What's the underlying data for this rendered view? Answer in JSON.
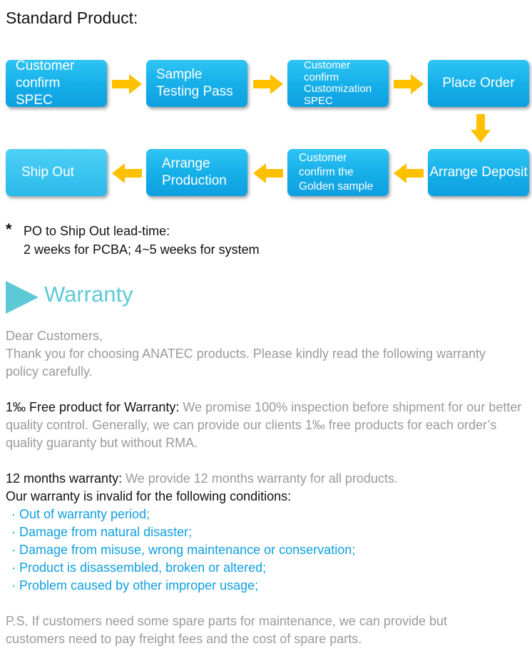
{
  "title": "Standard Product:",
  "flow": {
    "row1": [
      "Customer confirm SPEC",
      "Sample Testing Pass",
      "Customer confirm Customization SPEC",
      "Place Order"
    ],
    "row2": [
      "Ship Out",
      "Arrange Production",
      "Customer confirm the Golden sample",
      "Arrange Deposit"
    ]
  },
  "note": {
    "star": "*",
    "line1": "PO to Ship Out lead-time:",
    "line2": "2 weeks for PCBA; 4~5 weeks for system"
  },
  "warranty": {
    "title": "Warranty",
    "greeting": "Dear Customers,",
    "intro": "Thank you for choosing ANATEC products. Please kindly read the following warranty policy carefully.",
    "free_label": "1‰ Free product for Warranty:",
    "free_text": " We promise 100% inspection before shipment for our better quality control. Generally, we can provide our clients 1‰ free products for each order’s quality guaranty but without RMA.",
    "months_label": "12 months warranty:",
    "months_text": " We provide 12 months warranty for all products.",
    "invalid_heading": "Our warranty is invalid for the following conditions:",
    "conditions": [
      "· Out of warranty period;",
      "· Damage from natural disaster;",
      "· Damage from misuse, wrong maintenance or conservation;",
      "· Product is disassembled, broken or altered;",
      "· Problem caused by other improper usage;"
    ],
    "ps": "P.S. If customers need some spare parts for maintenance, we can provide but customers need to pay freight fees and the cost of spare parts."
  },
  "colors": {
    "box": "#14aee8",
    "arrow": "#ffc000",
    "warranty_title": "#5ec9d6",
    "condition_text": "#0f9fe0",
    "body_text": "#9a9a9a"
  }
}
